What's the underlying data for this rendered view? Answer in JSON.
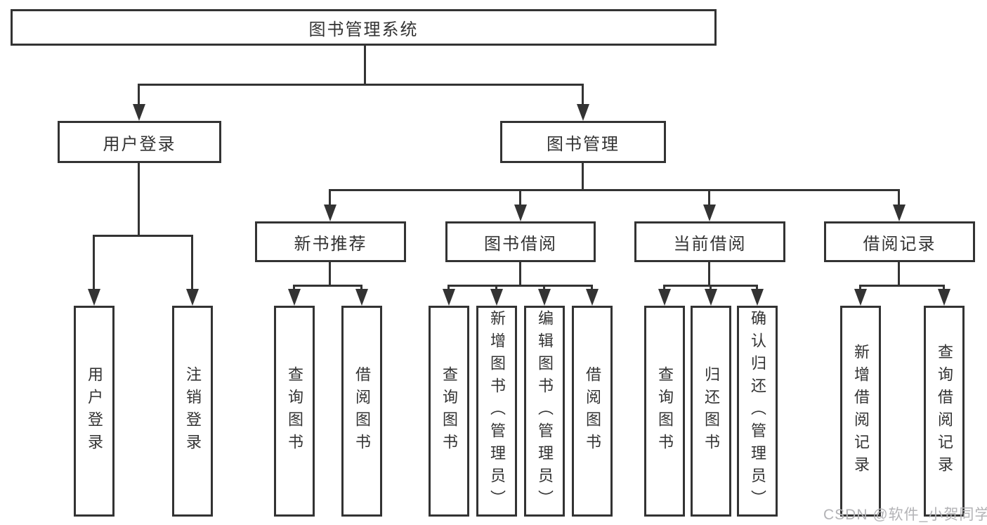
{
  "tree": {
    "root": "图书管理系统",
    "l2": [
      "用户登录",
      "图书管理"
    ],
    "l3": [
      "新书推荐",
      "图书借阅",
      "当前借阅",
      "借阅记录"
    ],
    "leaves": {
      "user_login": [
        "用户登录",
        "注销登录"
      ],
      "new_book": [
        "查询图书",
        "借阅图书"
      ],
      "book_borrow": [
        "查询图书",
        "新增图书（管理员）",
        "编辑图书（管理员）",
        "借阅图书"
      ],
      "current_borrow": [
        "查询图书",
        "归还图书",
        "确认归还（管理员）"
      ],
      "borrow_records": [
        "新增借阅记录",
        "查询借阅记录"
      ]
    }
  },
  "watermark": "CSDN @软件_小贺同学",
  "colors": {
    "line": "#333333",
    "text": "#333333",
    "box_bg": "#ffffff",
    "watermark": "#b3b3b6"
  }
}
